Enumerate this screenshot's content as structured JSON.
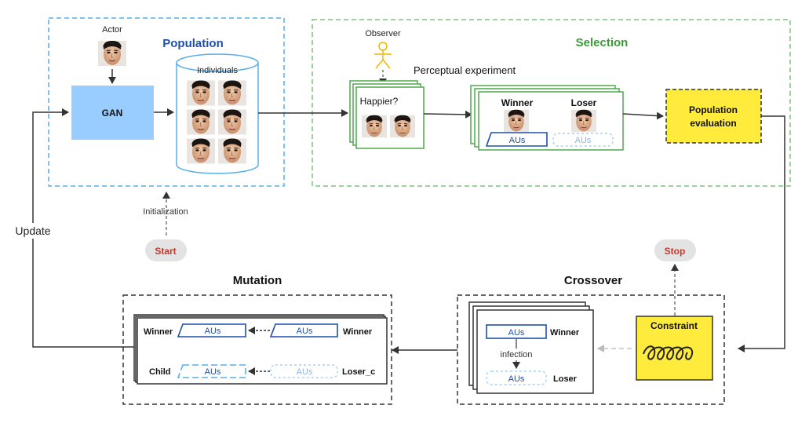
{
  "population": {
    "title": "Population",
    "actor_label": "Actor",
    "gan_label": "GAN",
    "individuals_label": "Individuals"
  },
  "selection": {
    "title": "Selection",
    "observer_label": "Observer",
    "experiment_label": "Perceptual experiment",
    "question": "Happier?",
    "winner_label": "Winner",
    "loser_label": "Loser",
    "aus_label": "AUs",
    "evaluation_line1": "Population",
    "evaluation_line2": "evaluation"
  },
  "crossover": {
    "title": "Crossover",
    "constraint_label": "Constraint",
    "winner_label": "Winner",
    "loser_label": "Loser",
    "infection_label": "infection",
    "aus_label": "AUs"
  },
  "mutation": {
    "title": "Mutation",
    "winner_label": "Winner",
    "winner_right_label": "Winner",
    "child_label": "Child",
    "loser_c_label": "Loser_c",
    "aus_label": "AUs"
  },
  "flow": {
    "initialization_label": "Initialization",
    "start_label": "Start",
    "stop_label": "Stop",
    "update_label": "Update"
  },
  "colors": {
    "population_border": "#5aaee8",
    "selection_border": "#7cc47a",
    "population_title": "#1f4fa8",
    "selection_title": "#3a9a3a",
    "gan_fill": "#99ccff",
    "evaluation_fill": "#ffeb3b",
    "au_solid": "#1f4fa8",
    "au_dashed": "#a8d0f5",
    "start_stop_text": "#c0392b"
  }
}
